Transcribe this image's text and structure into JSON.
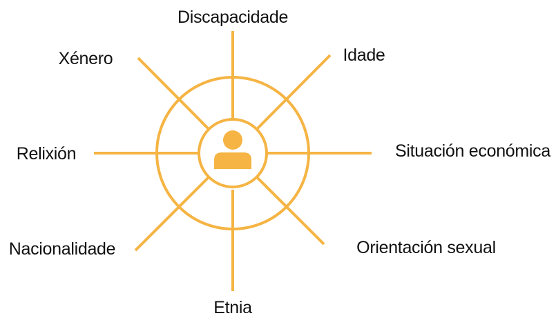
{
  "diagram": {
    "center": {
      "icon": "person-icon"
    },
    "labels": {
      "top": "Discapacidade",
      "top_left": "Xénero",
      "top_right": "Idade",
      "left": "Relixión",
      "right": "Situación económica",
      "bottom_left": "Nacionalidade",
      "bottom_right": "Orientación sexual",
      "bottom": "Etnia"
    },
    "colors": {
      "accent": "#F5B443",
      "text": "#111111",
      "background": "#FFFFFF"
    }
  }
}
